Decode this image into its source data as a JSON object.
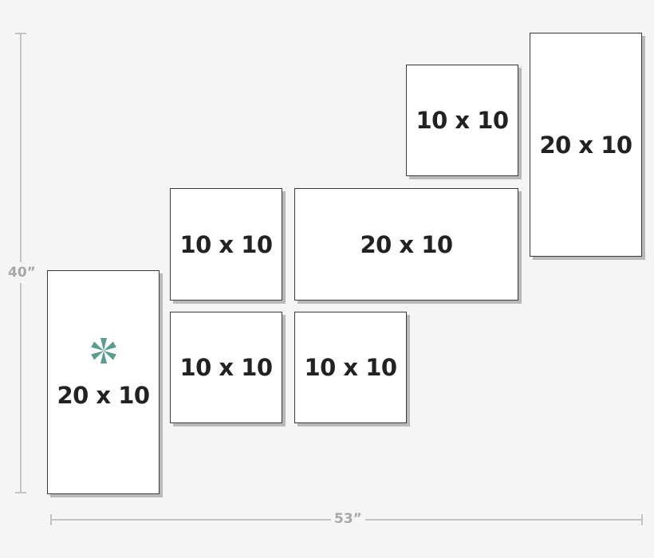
{
  "dimensions": {
    "height_label": "40”",
    "width_label": "53”"
  },
  "panels": [
    {
      "label": "20 x 10",
      "marked": true
    },
    {
      "label": "10 x 10"
    },
    {
      "label": "10 x 10"
    },
    {
      "label": "20 x 10"
    },
    {
      "label": "10 x 10"
    },
    {
      "label": "10 x 10"
    },
    {
      "label": "20 x 10"
    }
  ],
  "marker": {
    "icon": "asterisk-icon",
    "color": "#5b9c91"
  }
}
